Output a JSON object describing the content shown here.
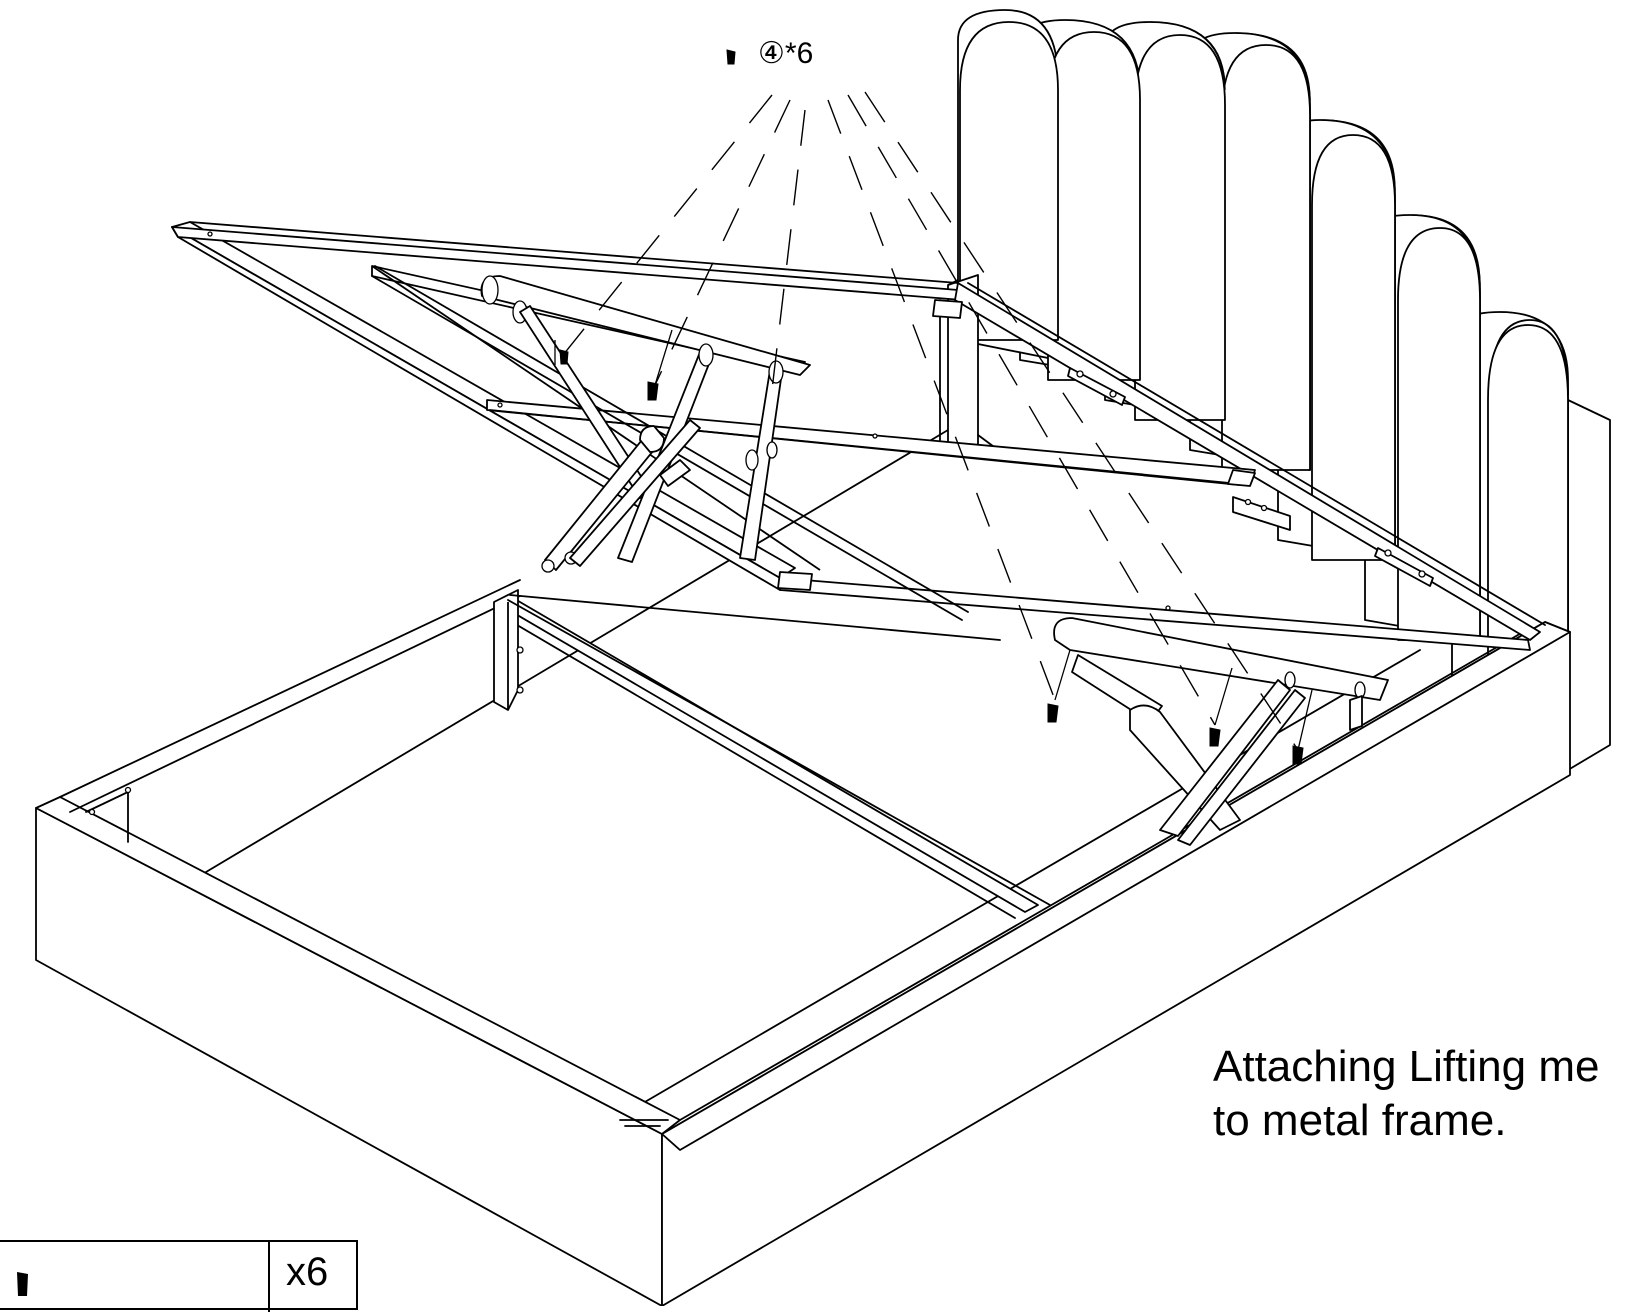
{
  "callout": {
    "label": "④*6",
    "icon": "screw-icon"
  },
  "instruction": {
    "line1": "Attaching Lifting me",
    "line2": "to metal frame."
  },
  "parts": {
    "icon": "screw-icon",
    "quantity": "x6"
  }
}
